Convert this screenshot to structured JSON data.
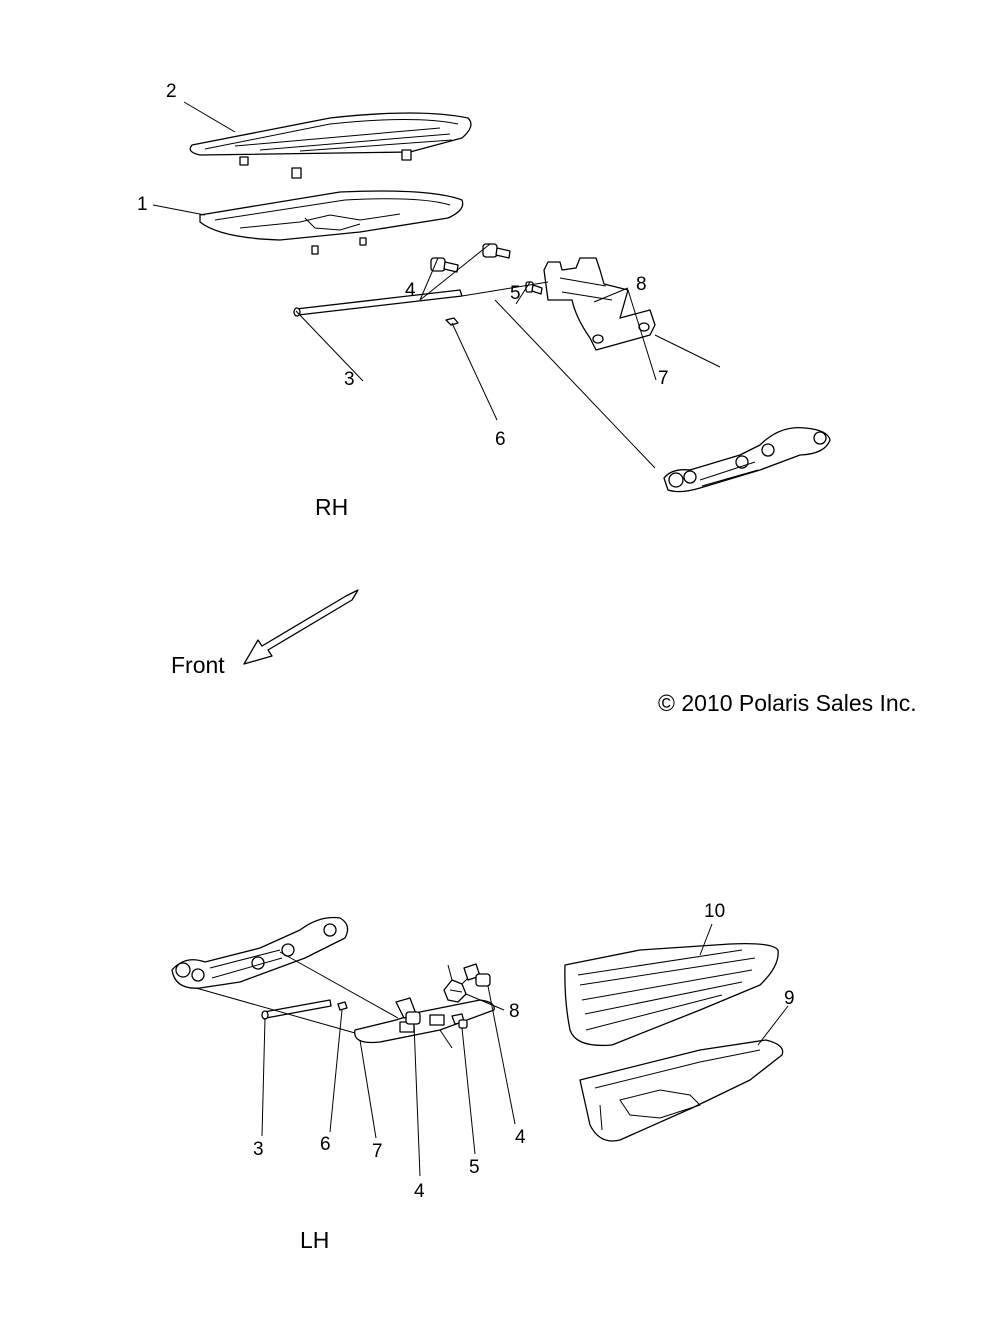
{
  "rh": {
    "view_label": "RH",
    "callouts": {
      "c1": "1",
      "c2": "2",
      "c3": "3",
      "c4": "4",
      "c5": "5",
      "c6": "6",
      "c7": "7",
      "c8": "8"
    }
  },
  "front_label": "Front",
  "copyright": "© 2010 Polaris Sales Inc.",
  "lh": {
    "view_label": "LH",
    "callouts": {
      "c3": "3",
      "c4a": "4",
      "c4b": "4",
      "c5": "5",
      "c6": "6",
      "c7": "7",
      "c8": "8",
      "c9": "9",
      "c10": "10"
    }
  }
}
